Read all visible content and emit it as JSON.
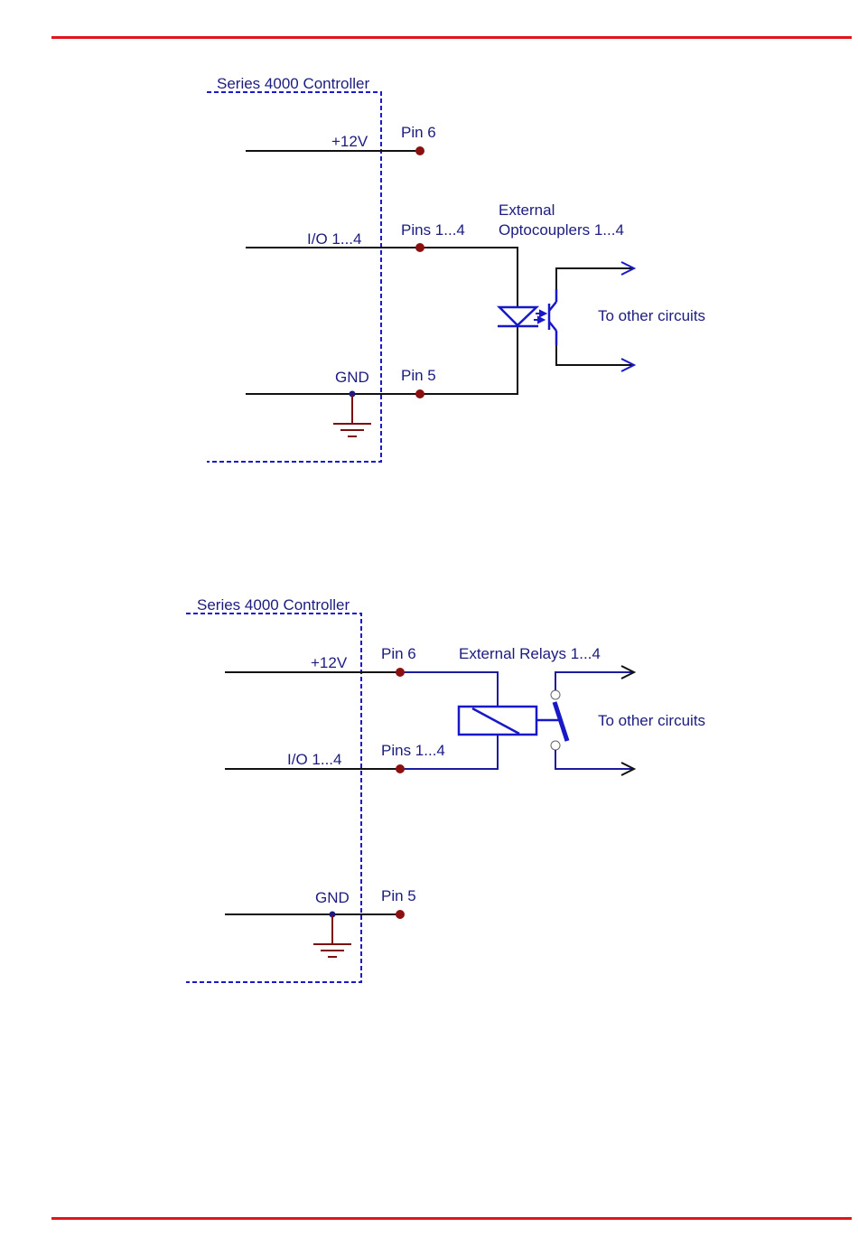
{
  "colors": {
    "rule": "#e2141c",
    "boundary": "#1a1acc",
    "text": "#1c1c80",
    "wire_internal": "#111111",
    "wire_external": "#1c1c9c",
    "pin_dot": "#8b1010",
    "ground": "#7a1010",
    "component": "#1818c8"
  },
  "diagram1": {
    "controller_label": "Series 4000 Controller",
    "signals": {
      "v12": "+12V",
      "io": "I/O 1...4",
      "gnd": "GND"
    },
    "pins": {
      "pin6": "Pin 6",
      "pins14": "Pins 1...4",
      "pin5": "Pin 5"
    },
    "component_label_line1": "External",
    "component_label_line2": "Optocouplers 1...4",
    "output_label": "To other circuits"
  },
  "diagram2": {
    "controller_label": "Series 4000 Controller",
    "signals": {
      "v12": "+12V",
      "io": "I/O 1...4",
      "gnd": "GND"
    },
    "pins": {
      "pin6": "Pin 6",
      "pins14": "Pins 1...4",
      "pin5": "Pin 5"
    },
    "component_label": "External Relays 1...4",
    "output_label": "To other circuits"
  }
}
